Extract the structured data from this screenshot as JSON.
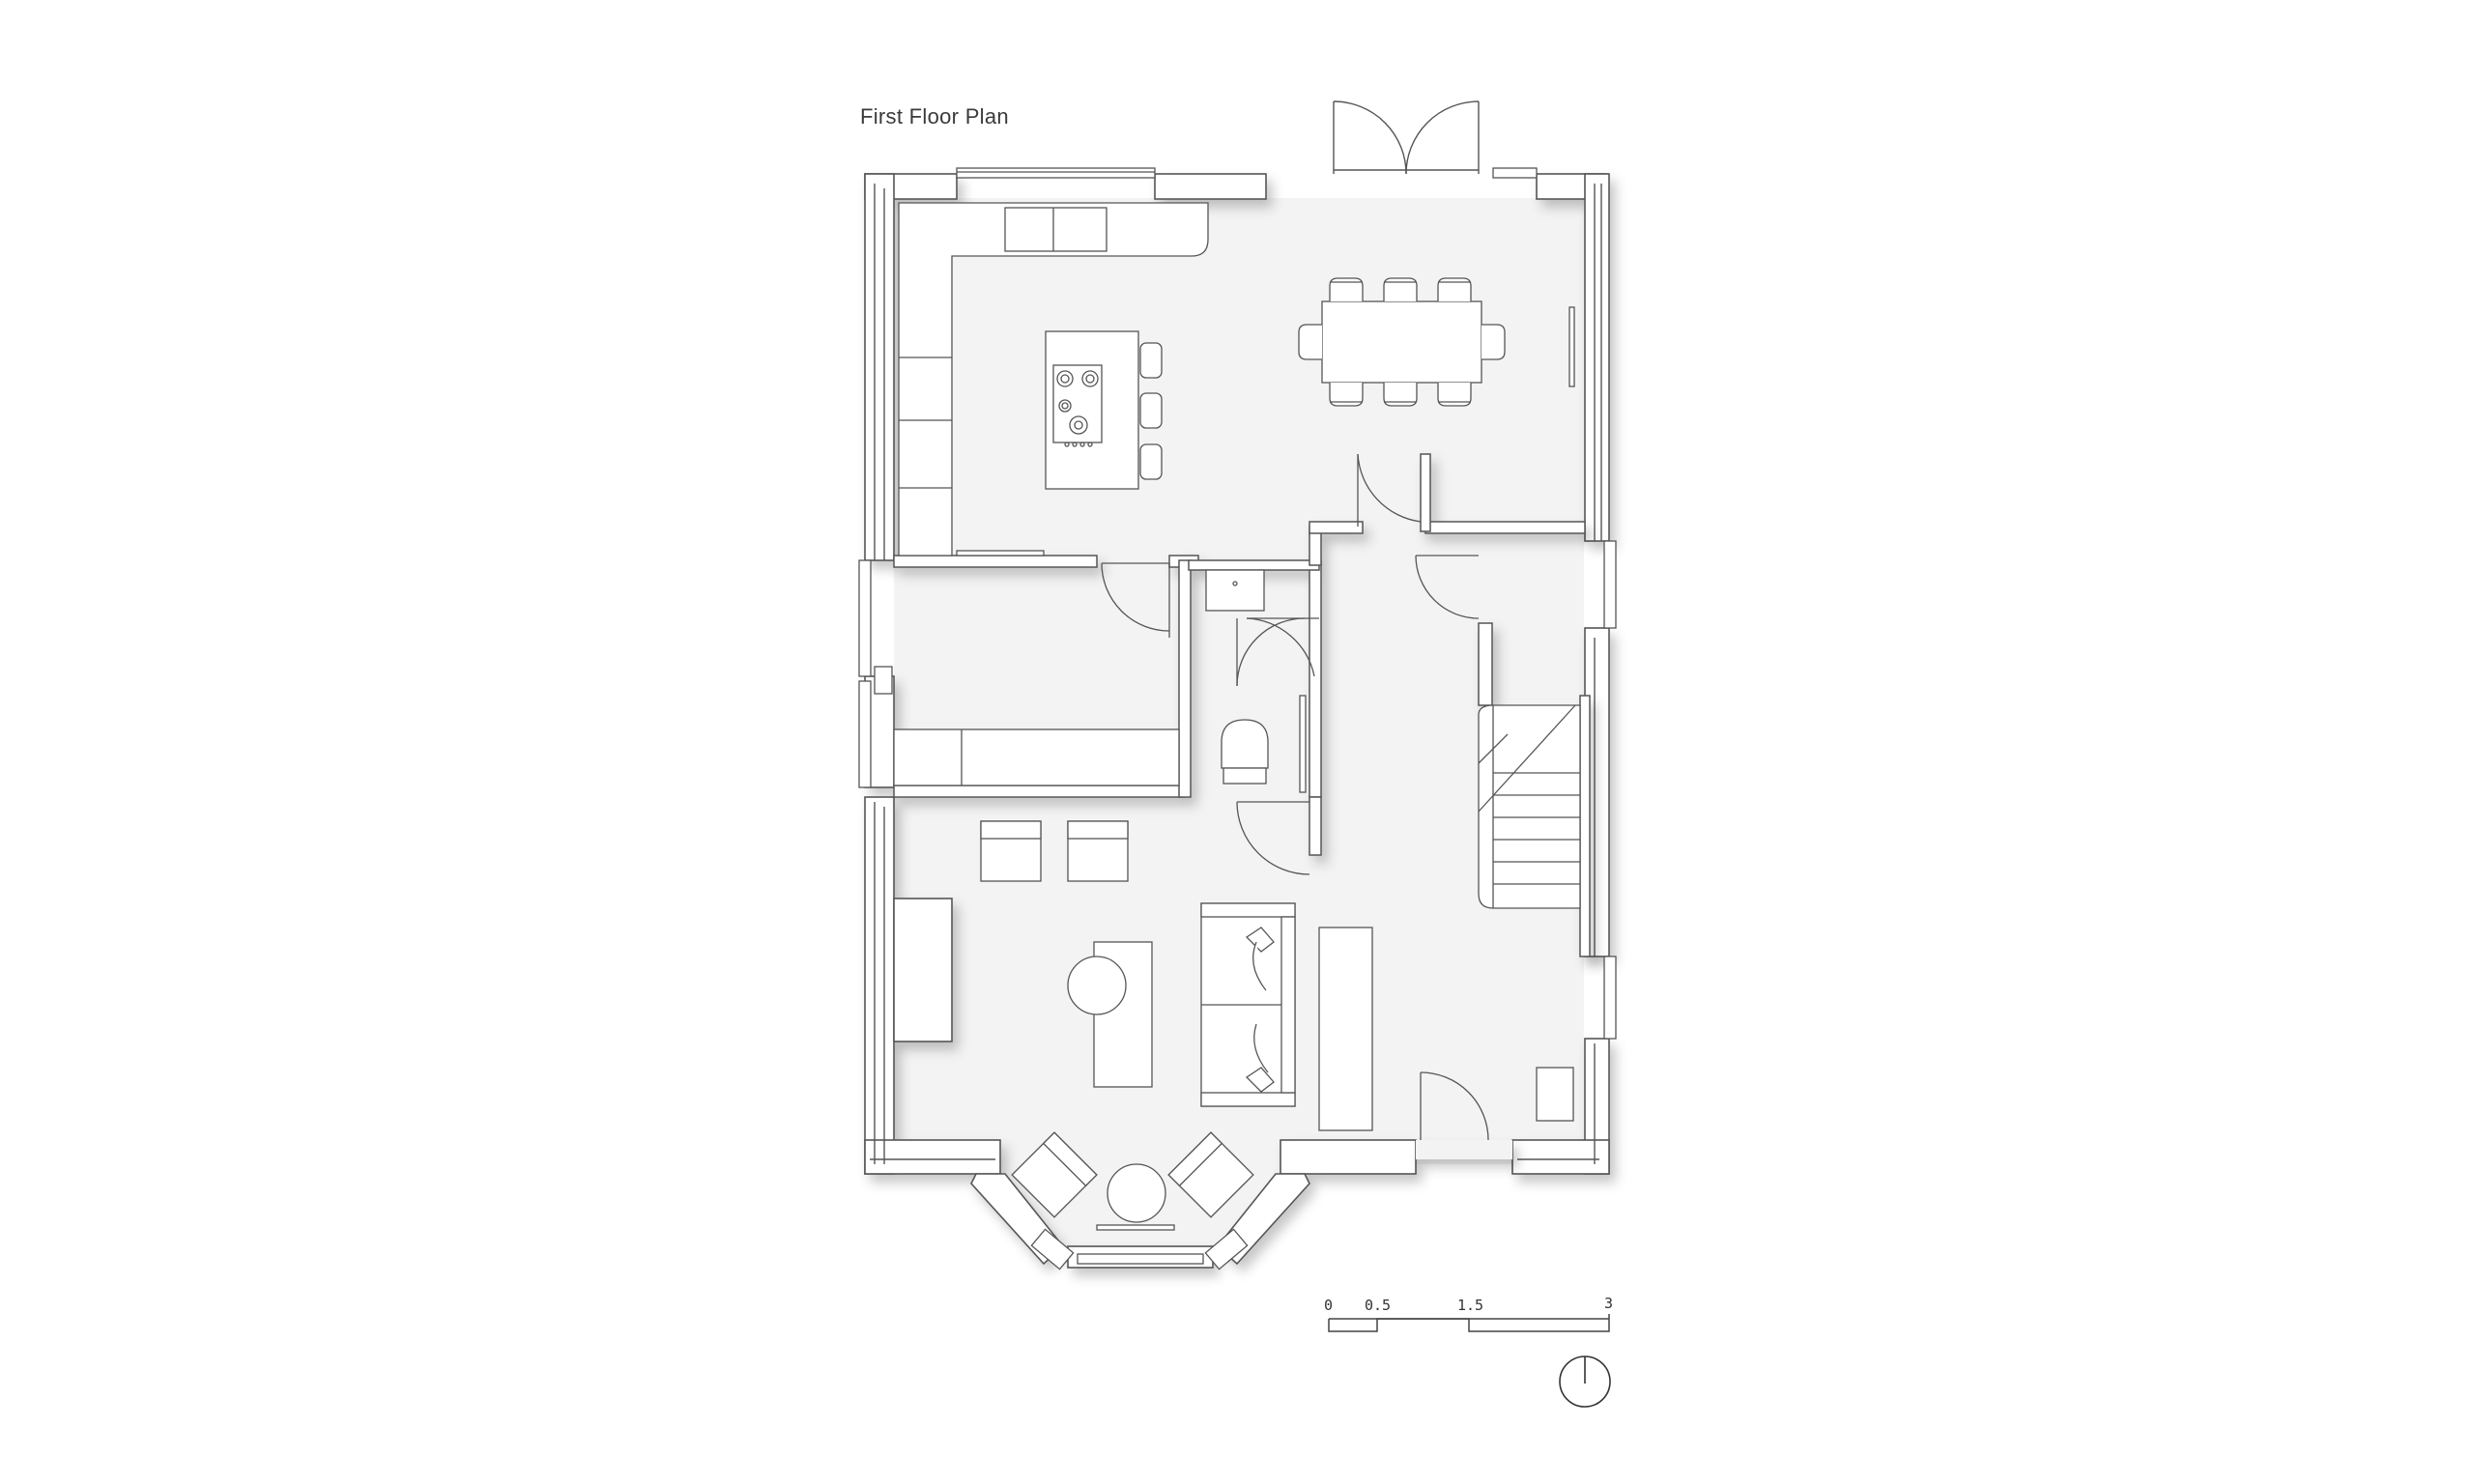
{
  "title": "First Floor Plan",
  "scale_bar": {
    "labels": [
      "0",
      "0.5",
      "1.5",
      "3"
    ]
  },
  "colors": {
    "floor": "#f2f2f2",
    "wall": "#ffffff",
    "line": "#555555",
    "shadow": "#cfcfcf"
  },
  "icons": [
    "north-arrow-icon",
    "door-swing-icon",
    "hob-icon",
    "toilet-icon",
    "sofa-icon",
    "armchair-icon",
    "dining-chair-icon"
  ]
}
